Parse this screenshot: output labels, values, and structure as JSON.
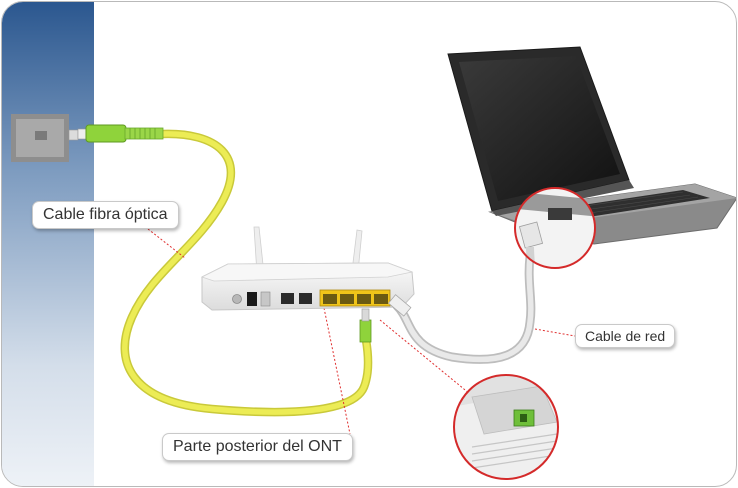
{
  "labels": {
    "fiber_cable": "Cable fibra óptica",
    "network_cable": "Cable de red",
    "ont_back": "Parte posterior del ONT"
  },
  "colors": {
    "wall_blue": "#2c5a92",
    "fiber_yellow": "#e6e64a",
    "connector_green": "#8fd33b",
    "ethernet_port_yellow": "#f0c419",
    "zoom_circle_red": "#d42a2a",
    "leader_line_red": "#e03030"
  }
}
